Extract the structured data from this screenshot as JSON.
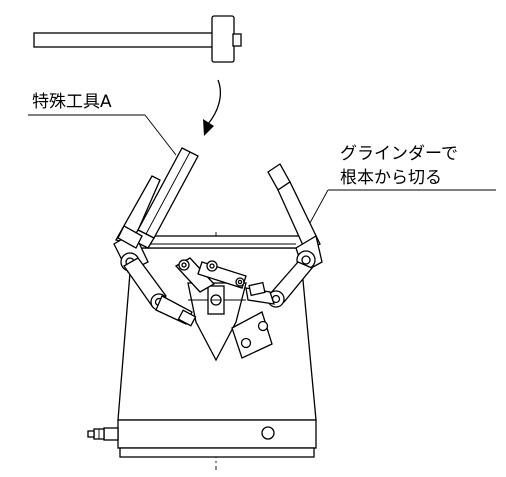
{
  "labels": {
    "special_tool": "特殊工具A",
    "grinder_line1": "グラインダーで",
    "grinder_line2": "根本から切る"
  },
  "colors": {
    "line": "#000000",
    "background": "#ffffff"
  }
}
